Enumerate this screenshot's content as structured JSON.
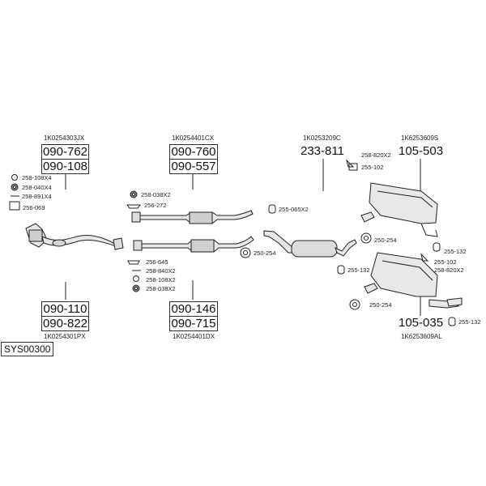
{
  "system_code": "SYS00300",
  "groups": {
    "g1": {
      "top_code": "1K0254303JX",
      "top_parts": [
        "090-762",
        "090-108"
      ],
      "bottom_parts": [
        "090-110",
        "090-822"
      ],
      "bottom_code": "1K0254301PX",
      "accessories": [
        {
          "label": "258-108X4",
          "icon": "ring-icon"
        },
        {
          "label": "258-040X4",
          "icon": "nut-icon"
        },
        {
          "label": "258-891X4",
          "icon": "bolt-icon"
        },
        {
          "label": "256-069",
          "icon": "gasket-icon"
        }
      ]
    },
    "g2": {
      "top_code": "1K0254401CX",
      "top_parts": [
        "090-760",
        "090-557"
      ],
      "bottom_parts": [
        "090-146",
        "090-715"
      ],
      "bottom_code": "1K0254401DX",
      "accessories_top": [
        {
          "label": "258-038X2",
          "icon": "nut-icon"
        },
        {
          "label": "256-272",
          "icon": "gasket-icon"
        }
      ],
      "accessories_bottom": [
        {
          "label": "256-645",
          "icon": "gasket-icon"
        },
        {
          "label": "258-840X2",
          "icon": "bolt-icon"
        },
        {
          "label": "258-108X2",
          "icon": "ring-icon"
        },
        {
          "label": "258-038X2",
          "icon": "nut-icon"
        }
      ]
    },
    "g3": {
      "top_code": "1K0253209C",
      "part": "233-811",
      "accessories": [
        {
          "label": "255-065X2",
          "icon": "clamp-icon"
        },
        {
          "label": "250-254",
          "icon": "rubber-mount-icon"
        }
      ]
    },
    "g4": {
      "top_code": "1K6253609S",
      "part_top": "105-503",
      "part_bottom": "105-035",
      "bottom_code": "1K6253609AL",
      "labels": {
        "clamp_top": "258-820X2",
        "hanger_top": "255-102",
        "mount_top": "250-254",
        "hanger_right_top": "255-132",
        "hanger_left_mid": "255-132",
        "hanger_right_mid_a": "255-102",
        "hanger_right_mid_b": "258-820X2",
        "mount_bottom": "250-254",
        "hanger_right_bottom": "255-132"
      }
    }
  }
}
